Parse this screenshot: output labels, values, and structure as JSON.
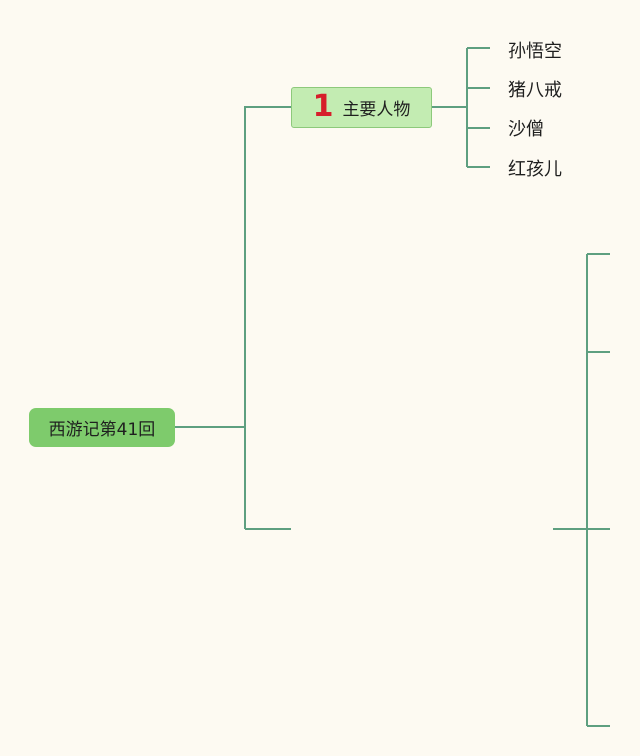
{
  "mindmap": {
    "root": {
      "label": "西游记第41回"
    },
    "branch": {
      "badge": "1",
      "label": "主要人物",
      "children": [
        "孙悟空",
        "猪八戒",
        "沙僧",
        "红孩儿"
      ]
    }
  },
  "colors": {
    "background": "#fdfaf2",
    "connector": "#5e9f80",
    "root_fill": "#7ecb6c",
    "topic_fill": "#c3ecb2",
    "badge": "#d61e2b"
  }
}
